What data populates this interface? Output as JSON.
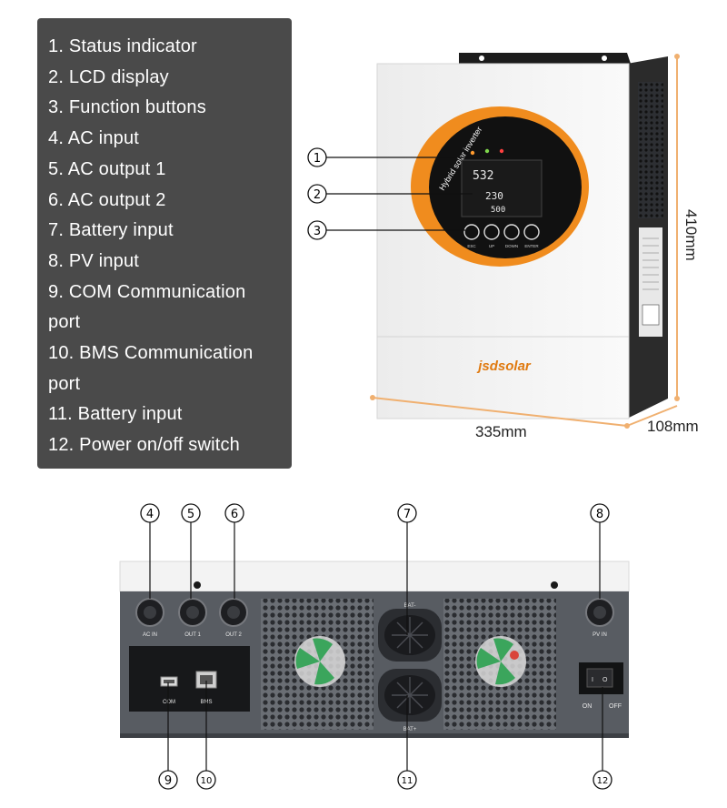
{
  "legend": {
    "lines": [
      "1.   Status indicator",
      "2.  LCD display",
      "3.  Function buttons",
      "4.  AC input",
      "5.  AC output 1",
      "6.  AC output 2",
      "7.  Battery input",
      "8.  PV input",
      "9.  COM Communication",
      "port",
      "10.  BMS Communication",
      "port",
      "11.  Battery input",
      "12.  Power on/off switch"
    ]
  },
  "front": {
    "brand": "jsdsolar",
    "screen_title": "Hybrid solar inverter",
    "lcd_line1": "532",
    "lcd_line2": "230",
    "lcd_line3": "500",
    "buttons": [
      "ESC",
      "UP",
      "DOWN",
      "ENTER"
    ],
    "callouts": [
      "1",
      "2",
      "3"
    ]
  },
  "dimensions": {
    "height": "410mm",
    "width": "335mm",
    "depth": "108mm"
  },
  "rear": {
    "port_labels": {
      "ac_in": "AC IN",
      "out1": "OUT 1",
      "out2": "OUT 2",
      "pv_in": "PV IN",
      "com": "COM",
      "bms": "BMS",
      "bat_neg": "BAT-",
      "bat_pos": "BAT+",
      "on": "ON",
      "off": "OFF"
    },
    "callouts_top": [
      "4",
      "5",
      "6",
      "7",
      "8"
    ],
    "callouts_bottom": [
      "9",
      "10",
      "11",
      "12"
    ]
  },
  "colors": {
    "legend_bg": "#4a4a4a",
    "accent_orange": "#f08c1e",
    "casing_white": "#f4f4f4",
    "rear_panel": "#555a60"
  }
}
